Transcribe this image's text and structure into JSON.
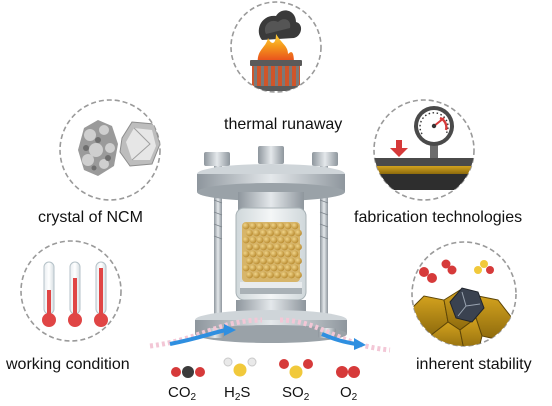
{
  "labels": {
    "thermal_runaway": "thermal runaway",
    "crystal": "crystal of NCM",
    "fabrication": "fabrication technologies",
    "working": "working condition",
    "inherent": "inherent stability"
  },
  "gases": [
    {
      "main": "CO",
      "sub": "2",
      "rest": ""
    },
    {
      "main": "H",
      "sub": "2",
      "rest": "S"
    },
    {
      "main": "SO",
      "sub": "2",
      "rest": ""
    },
    {
      "main": "O",
      "sub": "2",
      "rest": ""
    }
  ],
  "colors": {
    "circle_border": "#9a9a9a",
    "steel": "#b9c0c6",
    "particles": "#c9a24a",
    "arrow_blue": "#2f8fe0",
    "red": "#d63a3a",
    "gold_layer": "#b8860b"
  }
}
